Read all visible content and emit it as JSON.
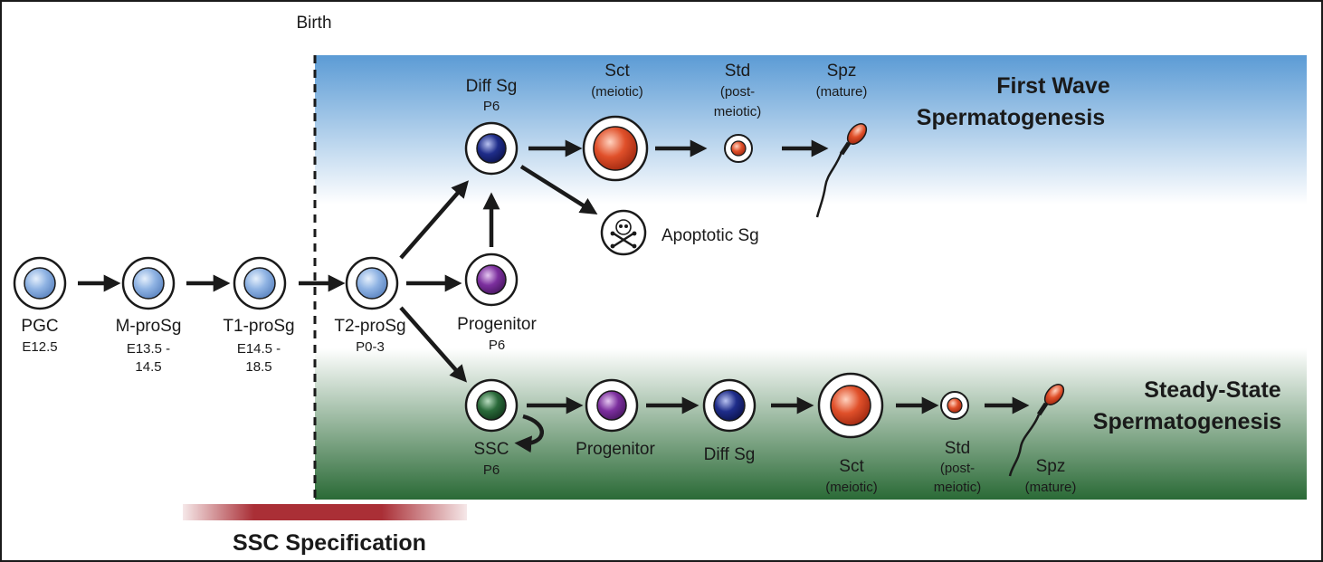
{
  "birth_label": "Birth",
  "ssc_specification": "SSC Specification",
  "first_wave": {
    "title_line1": "First Wave",
    "title_line2": "Spermatogenesis"
  },
  "steady_state": {
    "title_line1": "Steady-State",
    "title_line2": "Spermatogenesis"
  },
  "cells": {
    "pgc": {
      "name": "PGC",
      "stage": "E12.5",
      "color": "#7fa6d9"
    },
    "m_prosg": {
      "name": "M-proSg",
      "stage_line1": "E13.5 -",
      "stage_line2": "14.5",
      "color": "#7fa6d9"
    },
    "t1_prosg": {
      "name": "T1-proSg",
      "stage_line1": "E14.5 -",
      "stage_line2": "18.5",
      "color": "#7fa6d9"
    },
    "t2_prosg": {
      "name": "T2-proSg",
      "stage": "P0-3",
      "color": "#7fa6d9"
    },
    "progenitor_fw": {
      "name": "Progenitor",
      "stage": "P6",
      "color": "#6b2a8c"
    },
    "diff_sg_fw": {
      "name": "Diff Sg",
      "stage": "P6",
      "color": "#1c2a7a"
    },
    "sct_fw": {
      "name": "Sct",
      "stage": "(meiotic)",
      "color": "#d9401f"
    },
    "std_fw": {
      "name": "Std",
      "stage_line1": "(post-",
      "stage_line2": "meiotic)",
      "color": "#d9401f"
    },
    "spz_fw": {
      "name": "Spz",
      "stage": "(mature)",
      "color": "#d9401f"
    },
    "apoptotic": {
      "name": "Apoptotic Sg"
    },
    "ssc": {
      "name": "SSC",
      "stage": "P6",
      "color": "#1f5a2e"
    },
    "progenitor_ss": {
      "name": "Progenitor",
      "color": "#6b2a8c"
    },
    "diff_sg_ss": {
      "name": "Diff Sg",
      "color": "#1c2a7a"
    },
    "sct_ss": {
      "name": "Sct",
      "stage": "(meiotic)",
      "color": "#d9401f"
    },
    "std_ss": {
      "name": "Std",
      "stage_line1": "(post-",
      "stage_line2": "meiotic)",
      "color": "#d9401f"
    },
    "spz_ss": {
      "name": "Spz",
      "stage": "(mature)",
      "color": "#d9401f"
    }
  },
  "colors": {
    "first_wave_band": "#5b9bd5",
    "steady_state_band": "#2a6a36",
    "specification_bar": "#a01820"
  }
}
